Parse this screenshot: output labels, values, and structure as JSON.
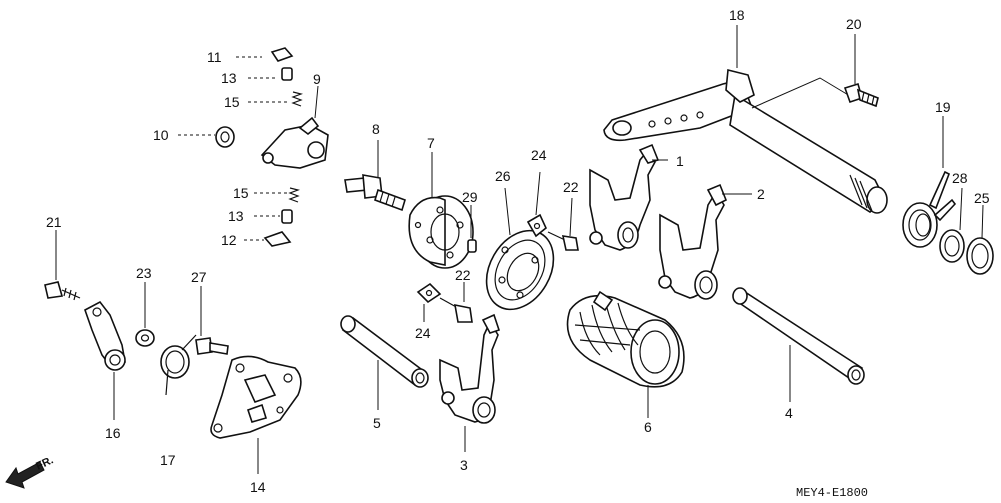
{
  "labels": {
    "p1": "1",
    "p2": "2",
    "p3": "3",
    "p4": "4",
    "p5": "5",
    "p6": "6",
    "p7": "7",
    "p8": "8",
    "p9": "9",
    "p10": "10",
    "p11": "11",
    "p12": "12",
    "p13a": "13",
    "p13b": "13",
    "p14": "14",
    "p15a": "15",
    "p15b": "15",
    "p16": "16",
    "p17": "17",
    "p18": "18",
    "p19": "19",
    "p20": "20",
    "p21": "21",
    "p22a": "22",
    "p22b": "22",
    "p23": "23",
    "p24a": "24",
    "p24b": "24",
    "p25": "25",
    "p26": "26",
    "p27": "27",
    "p28": "28",
    "p29": "29"
  },
  "front_marker": "FR.",
  "diagram_code": "MEY4-E1800"
}
